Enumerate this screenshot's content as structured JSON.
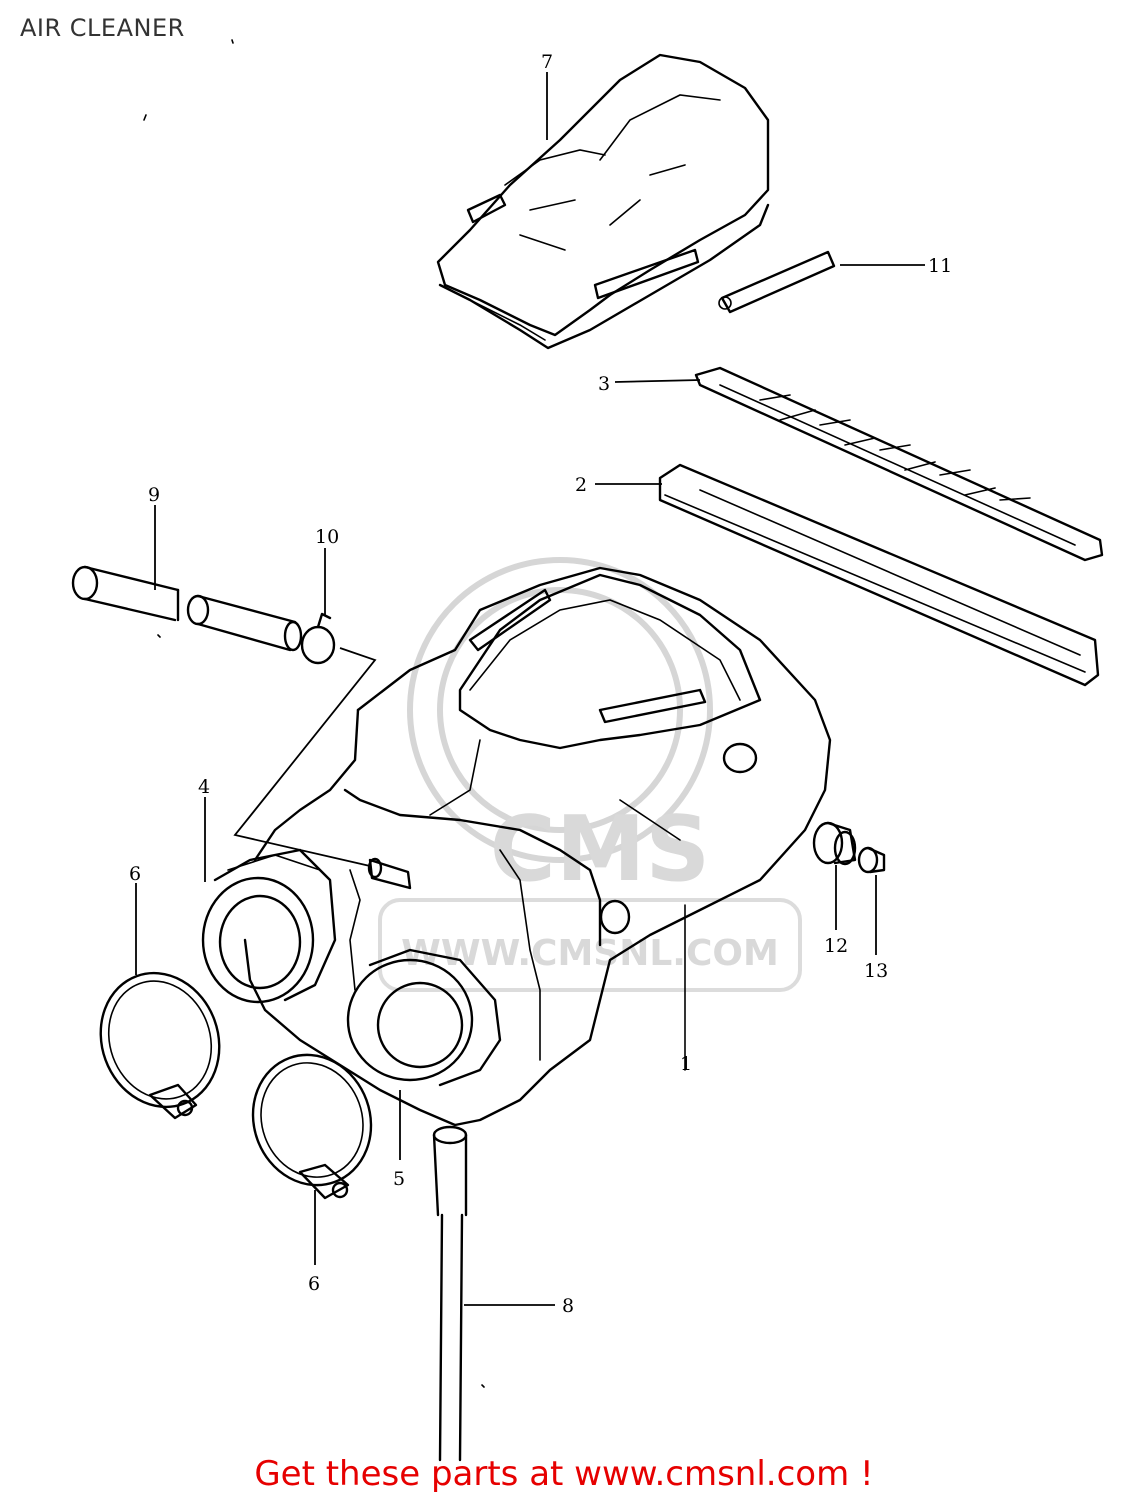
{
  "title": "AIR CLEANER",
  "callouts": [
    {
      "id": "1",
      "label": "1"
    },
    {
      "id": "2",
      "label": "2"
    },
    {
      "id": "3",
      "label": "3"
    },
    {
      "id": "4",
      "label": "4"
    },
    {
      "id": "5",
      "label": "5"
    },
    {
      "id": "6a",
      "label": "6"
    },
    {
      "id": "6b",
      "label": "6"
    },
    {
      "id": "7",
      "label": "7"
    },
    {
      "id": "8",
      "label": "8"
    },
    {
      "id": "9",
      "label": "9"
    },
    {
      "id": "10",
      "label": "10"
    },
    {
      "id": "11",
      "label": "11"
    },
    {
      "id": "12",
      "label": "12"
    },
    {
      "id": "13",
      "label": "13"
    }
  ],
  "watermark": {
    "brand": "CMS",
    "url": "WWW.CMSNL.COM"
  },
  "footer": "Get these parts at www.cmsnl.com !",
  "colors": {
    "footer_text": "#e60000",
    "line_art": "#000000",
    "watermark": "#d6d6d6"
  }
}
